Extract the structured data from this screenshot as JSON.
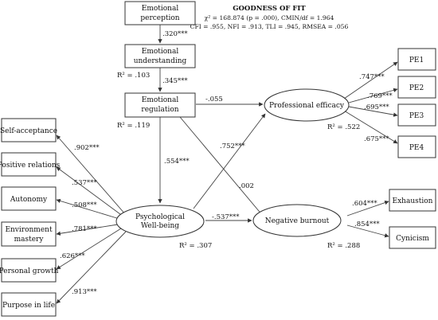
{
  "fit": {
    "title": "GOODNESS OF FIT",
    "line1": "χ² = 168.874 (p = .000), CMIN/df = 1.964",
    "line2": "CFI = .955, NFI = .913, TLI = .945, RMSEA = .056"
  },
  "nodes": {
    "perception": [
      "Emotional",
      "perception"
    ],
    "understanding": [
      "Emotional",
      "understanding"
    ],
    "regulation": [
      "Emotional",
      "regulation"
    ],
    "self_acceptance": [
      "Self-acceptance"
    ],
    "positive_relations": [
      "Positive relations"
    ],
    "autonomy": [
      "Autonomy"
    ],
    "env_mastery": [
      "Environment",
      "mastery"
    ],
    "personal_growth": [
      "Personal growth"
    ],
    "purpose": [
      "Purpose in life"
    ],
    "wellbeing": [
      "Psychological",
      "Well-being"
    ],
    "efficacy": [
      "Professional efficacy"
    ],
    "burnout": [
      "Negative burnout"
    ],
    "pe1": [
      "PE1"
    ],
    "pe2": [
      "PE2"
    ],
    "pe3": [
      "PE3"
    ],
    "pe4": [
      "PE4"
    ],
    "exhaustion": [
      "Exhaustion"
    ],
    "cynicism": [
      "Cynicism"
    ]
  },
  "r2": {
    "understanding": "R² = .103",
    "regulation": "R² = .119",
    "efficacy": "R² = .522",
    "wellbeing": "R² = .307",
    "burnout": "R² = .288"
  },
  "paths": {
    "perception_understanding": ".320***",
    "understanding_regulation": ".345***",
    "regulation_efficacy": "-.055",
    "regulation_wellbeing": ".554***",
    "regulation_burnout": ".002",
    "wellbeing_efficacy": ".752***",
    "wellbeing_burnout": "-.537***",
    "wb_self_acceptance": ".902***",
    "wb_positive_relations": ".537***",
    "wb_autonomy": ".508***",
    "wb_env_mastery": ".781***",
    "wb_personal_growth": ".626***",
    "wb_purpose": ".913***",
    "eff_pe1": ".747***",
    "eff_pe2": ".769***",
    "eff_pe3": ".695***",
    "eff_pe4": ".675***",
    "burn_exhaustion": ".604***",
    "burn_cynicism": ".854***"
  }
}
